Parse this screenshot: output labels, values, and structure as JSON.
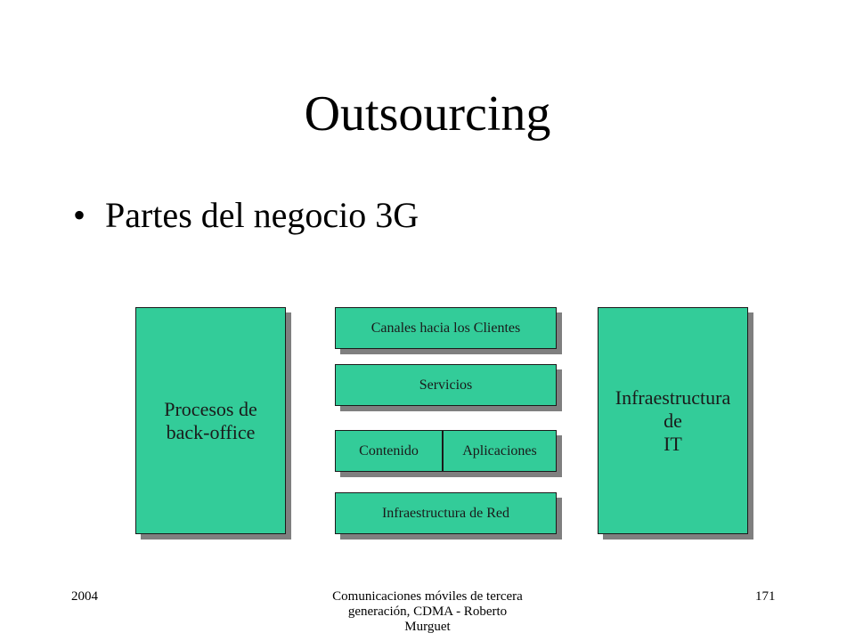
{
  "slide": {
    "title": "Outsourcing",
    "bullet_symbol": "•",
    "bullet_text": "Partes del negocio 3G"
  },
  "diagram": {
    "left_box": {
      "line1": "Procesos de",
      "line2": "back-office"
    },
    "channels": "Canales hacia los Clientes",
    "services": "Servicios",
    "content": "Contenido",
    "applications": "Aplicaciones",
    "network": "Infraestructura de Red",
    "right_box": {
      "line1": "Infraestructura",
      "line2": "de",
      "line3": "IT"
    },
    "box_color": "#33cc99",
    "shadow_color": "#7f7f7f"
  },
  "footer": {
    "year": "2004",
    "center_line1": "Comunicaciones móviles de tercera",
    "center_line2": "generación, CDMA - Roberto",
    "center_line3": "Murguet",
    "page_number": "171"
  }
}
